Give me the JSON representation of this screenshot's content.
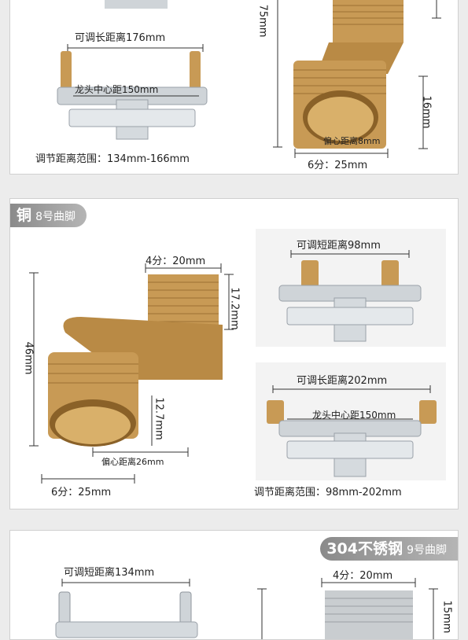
{
  "panel_top": {
    "long_adjust": "可调长距离176mm",
    "center_distance": "龙头中心距150mm",
    "range": "调节距离范围：134mm-166mm",
    "height": "75mm",
    "thread_len": "16mm",
    "offset": "偏心距离8mm",
    "size": "6分：25mm"
  },
  "panel_mid": {
    "tag_material": "铜",
    "tag_model": "8号曲脚",
    "size_top": "4分：20mm",
    "height_top": "17.2mm",
    "height": "46mm",
    "inner_height": "12.7mm",
    "offset": "偏心距离26mm",
    "size_bottom": "6分：25mm",
    "short_adjust": "可调短距离98mm",
    "long_adjust": "可调长距离202mm",
    "center_distance": "龙头中心距150mm",
    "range": "调节距离范围：98mm-202mm"
  },
  "panel_bottom": {
    "tag_material": "304不锈钢",
    "tag_model": "9号曲脚",
    "short_adjust": "可调短距离134mm",
    "size_top": "4分：20mm",
    "height_top": "15mm"
  },
  "colors": {
    "brass": "#c89a55",
    "chrome": "#d8dde2",
    "tag_bg": "#9a9a9a"
  }
}
